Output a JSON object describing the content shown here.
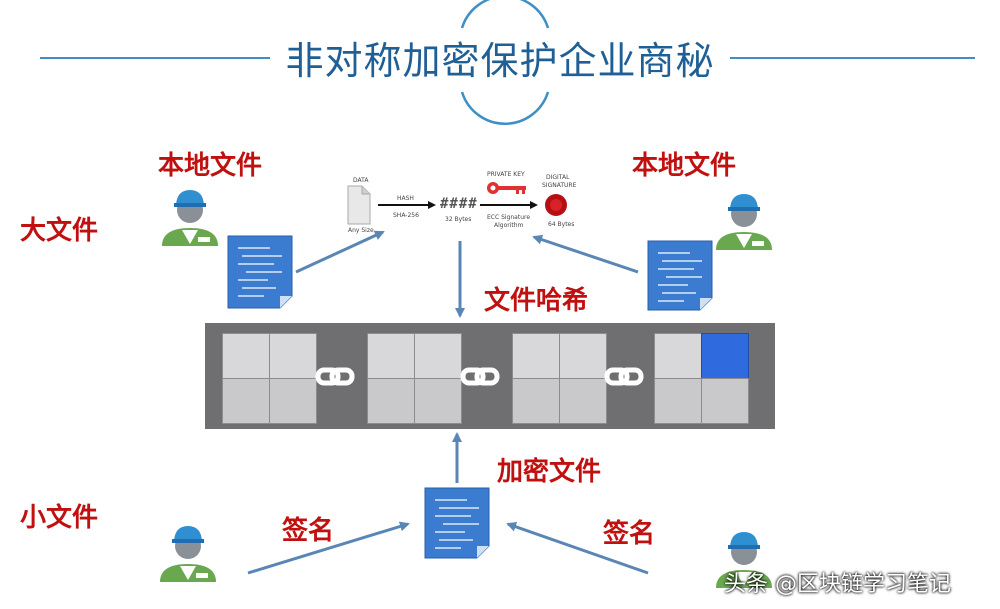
{
  "title": "非对称加密保护企业商秘",
  "labels": {
    "local_file_left": "本地文件",
    "local_file_right": "本地文件",
    "large_file": "大文件",
    "small_file": "小文件",
    "file_hash": "文件哈希",
    "encrypted_file": "加密文件",
    "sign_left": "签名",
    "sign_right": "签名"
  },
  "hash_diagram": {
    "data": "DATA",
    "any_size": "Any Size",
    "hash": "HASH",
    "sha": "SHA-256",
    "hash_symbols": "####",
    "bytes32": "32 Bytes",
    "private_key": "PRIVATE KEY",
    "ecc": "ECC Signature",
    "algorithm": "Algorithm",
    "digital": "DIGITAL",
    "signature": "SIGNATURE",
    "bytes64": "64 Bytes"
  },
  "watermark": "头条 @区块链学习笔记",
  "colors": {
    "title": "#1f5f95",
    "label_red": "#c01010",
    "block_blue": "#2f6bde",
    "arrow": "#5a86b5"
  }
}
